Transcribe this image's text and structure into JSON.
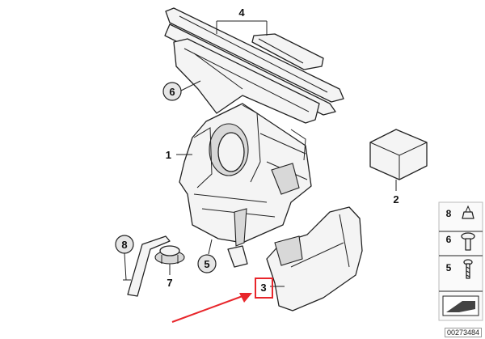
{
  "callouts": {
    "c1": "1",
    "c2": "2",
    "c3": "3",
    "c4": "4",
    "c5a": "5",
    "c6a": "6",
    "c7": "7",
    "c8a": "8"
  },
  "sidebar": {
    "items": [
      {
        "label": "8",
        "icon": "clip-nut-icon"
      },
      {
        "label": "6",
        "icon": "screw-washer-icon"
      },
      {
        "label": "5",
        "icon": "screw-icon"
      }
    ]
  },
  "doc_number": "00273484",
  "colors": {
    "highlight": "#e8262b",
    "arrow": "#e8262b",
    "line": "#222222",
    "part_fill": "#f4f4f4"
  }
}
